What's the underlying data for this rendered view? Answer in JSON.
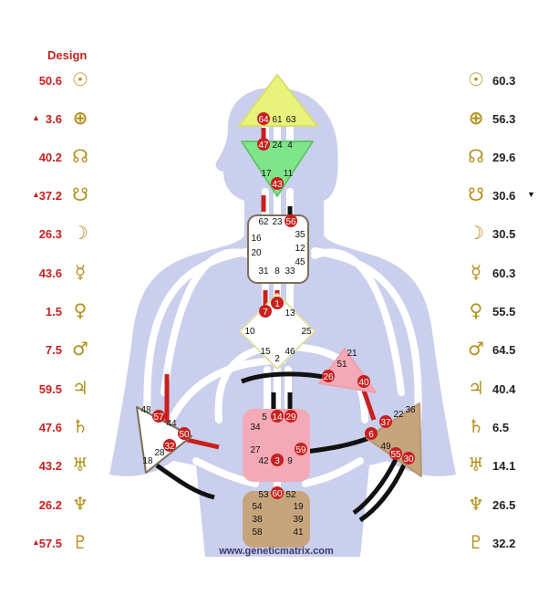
{
  "design_header": "Design",
  "design": [
    {
      "planet": "sun",
      "glyph": "☉",
      "value": "50.6",
      "arrow": ""
    },
    {
      "planet": "earth",
      "glyph": "⊕",
      "value": "3.6",
      "arrow": "▲"
    },
    {
      "planet": "north-node",
      "glyph": "☊",
      "value": "40.2",
      "arrow": ""
    },
    {
      "planet": "south-node",
      "glyph": "☋",
      "value": "37.2",
      "arrow": "▲"
    },
    {
      "planet": "moon",
      "glyph": "☽",
      "value": "26.3",
      "arrow": ""
    },
    {
      "planet": "mercury",
      "glyph": "☿",
      "value": "43.6",
      "arrow": ""
    },
    {
      "planet": "venus",
      "glyph": "♀",
      "value": "1.5",
      "arrow": ""
    },
    {
      "planet": "mars",
      "glyph": "♂",
      "value": "7.5",
      "arrow": ""
    },
    {
      "planet": "jupiter",
      "glyph": "♃",
      "value": "59.5",
      "arrow": ""
    },
    {
      "planet": "saturn",
      "glyph": "♄",
      "value": "47.6",
      "arrow": ""
    },
    {
      "planet": "uranus",
      "glyph": "♅",
      "value": "43.2",
      "arrow": ""
    },
    {
      "planet": "neptune",
      "glyph": "♆",
      "value": "26.2",
      "arrow": ""
    },
    {
      "planet": "pluto",
      "glyph": "♇",
      "value": "57.5",
      "arrow": "▲"
    }
  ],
  "personality": [
    {
      "planet": "sun",
      "glyph": "☉",
      "value": "60.3",
      "arrow": ""
    },
    {
      "planet": "earth",
      "glyph": "⊕",
      "value": "56.3",
      "arrow": ""
    },
    {
      "planet": "north-node",
      "glyph": "☊",
      "value": "29.6",
      "arrow": ""
    },
    {
      "planet": "south-node",
      "glyph": "☋",
      "value": "30.6",
      "arrow": "▼"
    },
    {
      "planet": "moon",
      "glyph": "☽",
      "value": "30.5",
      "arrow": ""
    },
    {
      "planet": "mercury",
      "glyph": "☿",
      "value": "60.3",
      "arrow": ""
    },
    {
      "planet": "venus",
      "glyph": "♀",
      "value": "55.5",
      "arrow": ""
    },
    {
      "planet": "mars",
      "glyph": "♂",
      "value": "64.5",
      "arrow": ""
    },
    {
      "planet": "jupiter",
      "glyph": "♃",
      "value": "40.4",
      "arrow": ""
    },
    {
      "planet": "saturn",
      "glyph": "♄",
      "value": "6.5",
      "arrow": ""
    },
    {
      "planet": "uranus",
      "glyph": "♅",
      "value": "14.1",
      "arrow": ""
    },
    {
      "planet": "neptune",
      "glyph": "♆",
      "value": "26.5",
      "arrow": ""
    },
    {
      "planet": "pluto",
      "glyph": "♇",
      "value": "32.2",
      "arrow": ""
    }
  ],
  "colors": {
    "design_red": "#c8201e",
    "glyph_gold": "#b48f1a",
    "body_silhouette": "#c9cfec",
    "head": "#e9f27a",
    "ajna": "#7fe58a",
    "sacral": "#c6a57d",
    "solar_plexus": "#c6a57d",
    "heart": "#f4a9b6",
    "spleen": "#ffffff",
    "g_center": "#ffffff",
    "throat": "#ffffff",
    "root": "#c6a57d",
    "sacral_center": "#f4a9b6"
  },
  "centers": {
    "head": {
      "gates": [
        "64",
        "61",
        "63"
      ],
      "active": [
        "64"
      ]
    },
    "ajna": {
      "gates": [
        "47",
        "24",
        "4",
        "17",
        "11",
        "43"
      ],
      "active": [
        "47",
        "43"
      ]
    },
    "throat": {
      "gates": [
        "62",
        "23",
        "56",
        "16",
        "35",
        "20",
        "12",
        "45",
        "31",
        "8",
        "33"
      ],
      "active": [
        "56"
      ]
    },
    "g": {
      "gates": [
        "7",
        "1",
        "13",
        "10",
        "25",
        "15",
        "2",
        "46"
      ],
      "active": [
        "7",
        "1"
      ]
    },
    "heart": {
      "gates": [
        "21",
        "51",
        "26",
        "40"
      ],
      "active": [
        "26",
        "40"
      ]
    },
    "spleen": {
      "gates": [
        "48",
        "57",
        "44",
        "50",
        "32",
        "28",
        "18"
      ],
      "active": [
        "57",
        "50",
        "32"
      ]
    },
    "sacral": {
      "gates": [
        "5",
        "14",
        "29",
        "34",
        "27",
        "59",
        "42",
        "3",
        "9"
      ],
      "active": [
        "14",
        "29",
        "59",
        "3"
      ]
    },
    "solar_plexus": {
      "gates": [
        "36",
        "22",
        "37",
        "6",
        "49",
        "55",
        "30"
      ],
      "active": [
        "37",
        "6",
        "55",
        "30"
      ]
    },
    "root": {
      "gates": [
        "53",
        "60",
        "52",
        "54",
        "19",
        "38",
        "39",
        "58",
        "41"
      ],
      "active": [
        "60"
      ]
    }
  },
  "watermark": "www.geneticmatrix.com"
}
